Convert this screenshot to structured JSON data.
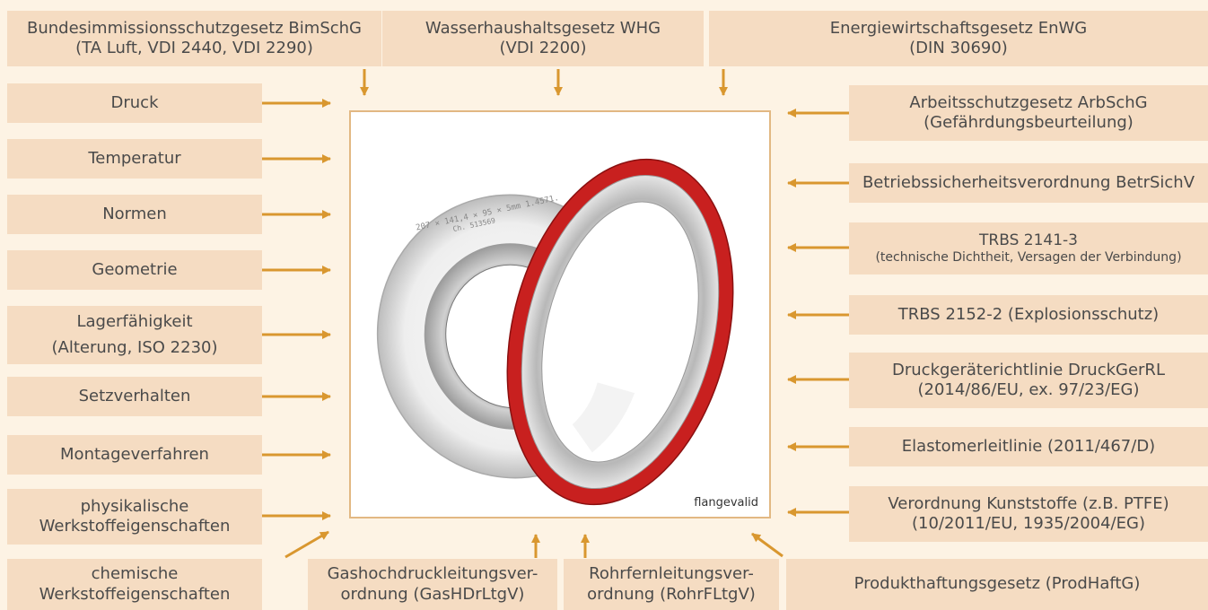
{
  "top": [
    {
      "line1": "Bundesimmissionsschutzgesetz BimSchG",
      "line2": "(TA Luft, VDI 2440, VDI 2290)"
    },
    {
      "line1": "Wasserhaushaltsgesetz WHG",
      "line2": "(VDI 2200)"
    },
    {
      "line1": "Energiewirtschaftsgesetz EnWG",
      "line2": "(DIN 30690)"
    }
  ],
  "left": [
    {
      "line1": "Druck"
    },
    {
      "line1": "Temperatur"
    },
    {
      "line1": "Normen"
    },
    {
      "line1": "Geometrie"
    },
    {
      "line1": "Lagerfähigkeit",
      "line2": "(Alterung, ISO 2230)"
    },
    {
      "line1": "Setzverhalten"
    },
    {
      "line1": "Montageverfahren"
    },
    {
      "line1": "physikalische",
      "line2": "Werkstoffeigenschaften"
    },
    {
      "line1": "chemische",
      "line2": "Werkstoffeigenschaften"
    }
  ],
  "right": [
    {
      "line1": "Arbeitsschutzgesetz ArbSchG",
      "line2": "(Gefährdungsbeurteilung)"
    },
    {
      "line1": "Betriebssicherheitsverordnung BetrSichV"
    },
    {
      "line1": "TRBS 2141-3",
      "line2": "(technische Dichtheit, Versagen der Verbindung)"
    },
    {
      "line1": "TRBS 2152-2 (Explosionsschutz)"
    },
    {
      "line1": "Druckgeräterichtlinie DruckGerRL",
      "line2": "(2014/86/EU, ex. 97/23/EG)"
    },
    {
      "line1": "Elastomerleitlinie (2011/467/D)"
    },
    {
      "line1": "Verordnung Kunststoffe (z.B. PTFE)",
      "line2": "(10/2011/EU, 1935/2004/EG)"
    },
    {
      "line1": "Produkthaftungsgesetz (ProdHaftG)"
    }
  ],
  "bottom": [
    {
      "line1": "Gashochdruckleitungsver-",
      "line2": "ordnung (GasHDrLtgV)"
    },
    {
      "line1": "Rohrfernleitungsver-",
      "line2": "ordnung (RohrFLtgV)"
    }
  ],
  "center": {
    "logo": "flangevalid",
    "gasket_stamp_1": "207 × 141,4 × 95 × 5mm  1.4571.",
    "gasket_stamp_2": "Ch. 513569",
    "accent_color": "#d9972f",
    "gasket_red": "#c8201f"
  }
}
